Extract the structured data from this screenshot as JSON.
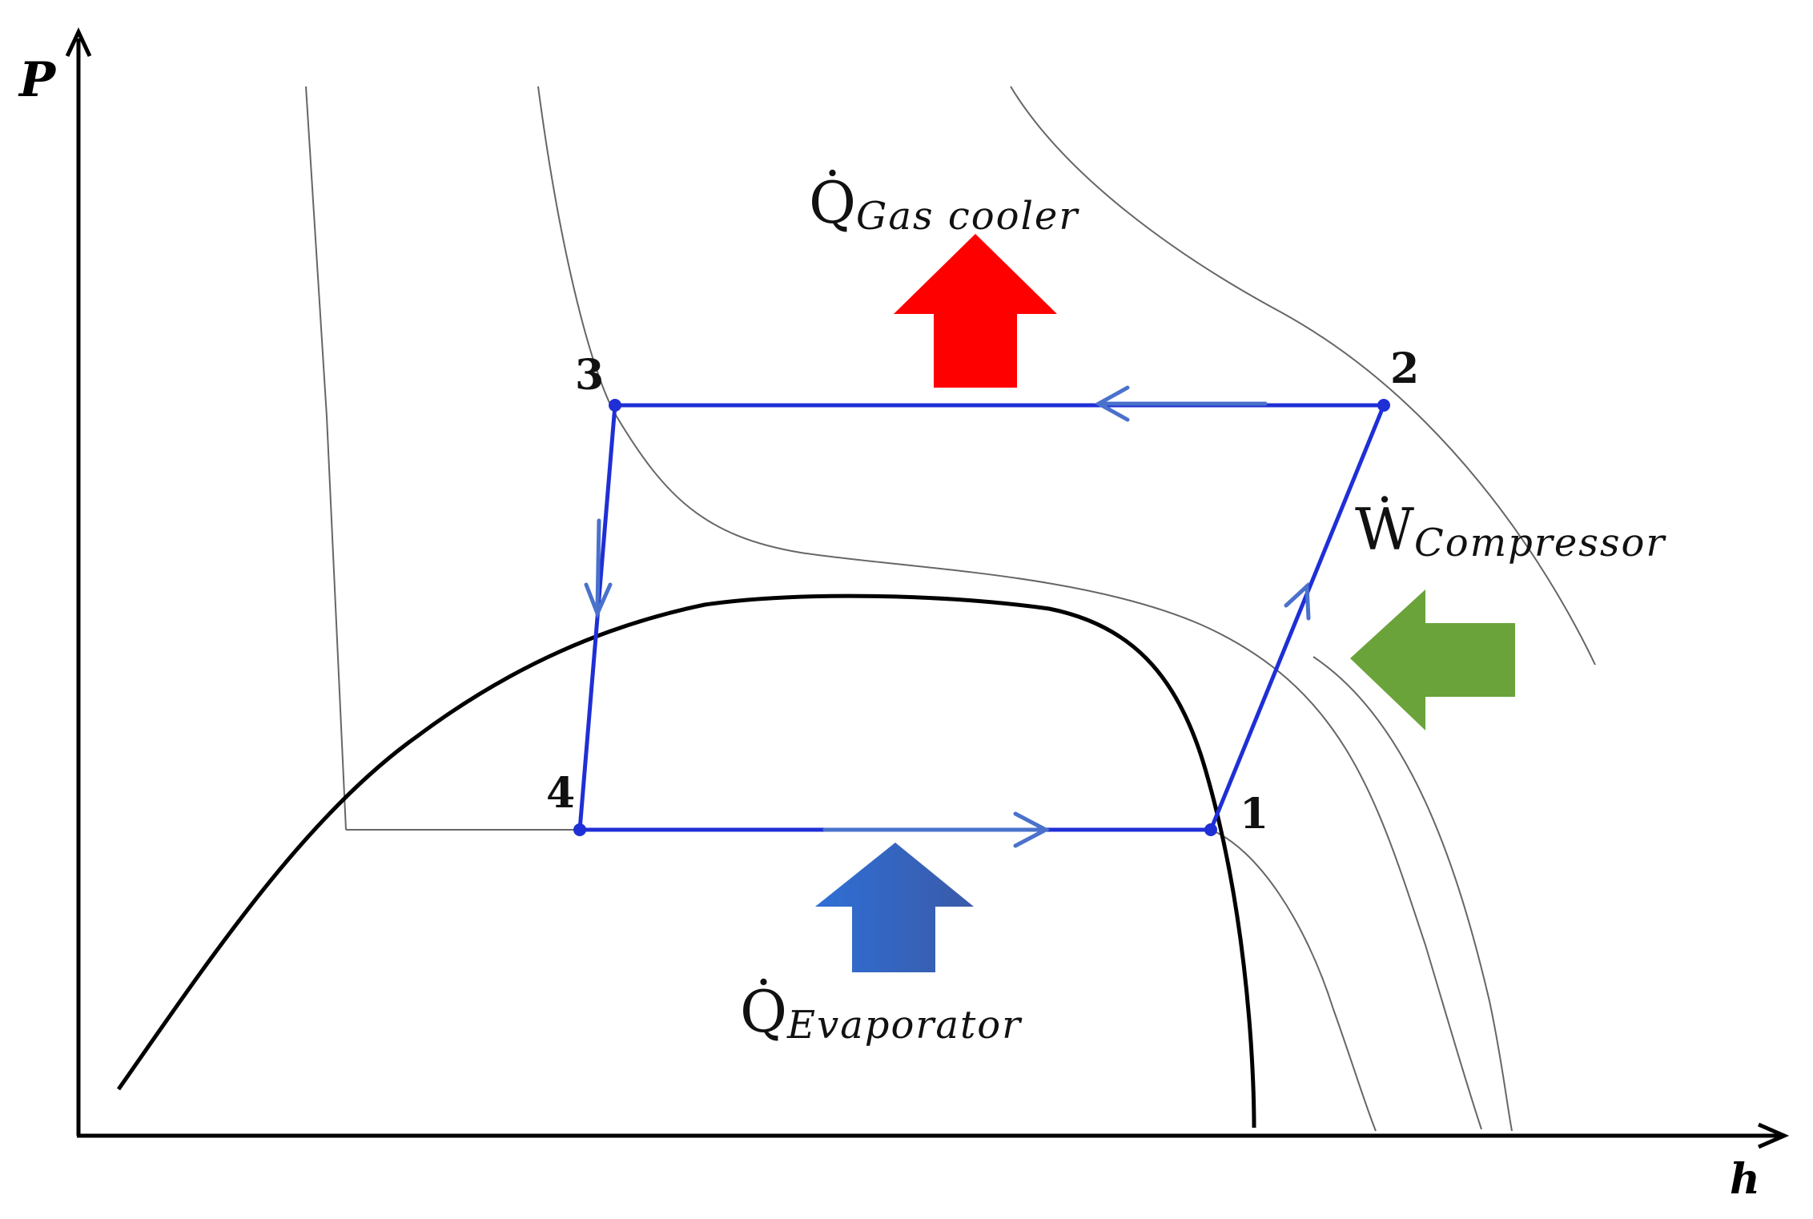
{
  "axes": {
    "y_label": "P",
    "x_label": "h"
  },
  "points": [
    {
      "id": "p1",
      "label": "1"
    },
    {
      "id": "p2",
      "label": "2"
    },
    {
      "id": "p3",
      "label": "3"
    },
    {
      "id": "p4",
      "label": "4"
    }
  ],
  "flows": {
    "gas_cooler": {
      "symbol": "Q̇",
      "subscript": "Gas cooler",
      "color": "#ff0000"
    },
    "evaporator": {
      "symbol": "Q̇",
      "subscript": "Evaporator",
      "color": "#3a6fc4"
    },
    "compressor": {
      "symbol": "Ẇ",
      "subscript": "Compressor",
      "color": "#6aa33a"
    }
  },
  "colors": {
    "cycle": "#1f2fd6",
    "cycle_arrow": "#4a72cc",
    "dome": "#000000",
    "isotherm": "#666666"
  }
}
